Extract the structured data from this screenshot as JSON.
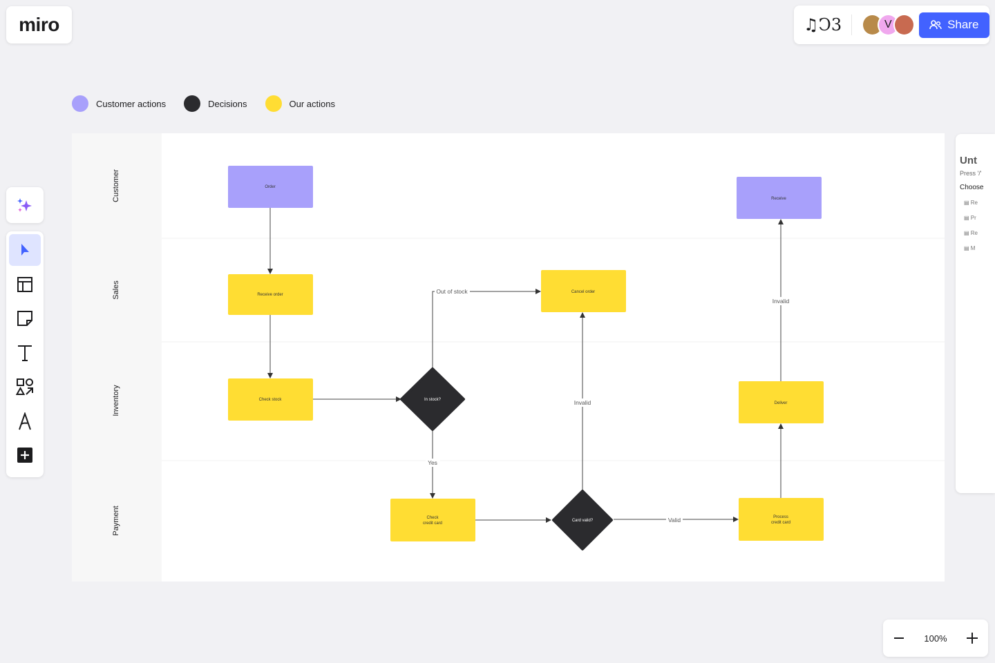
{
  "app": {
    "logo": "miro"
  },
  "header": {
    "signature": "♫Ↄ3",
    "avatars": [
      {
        "initial": "",
        "color": "#b88a4a"
      },
      {
        "initial": "V",
        "color": "#f0a8ee"
      },
      {
        "initial": "",
        "color": "#c86a50"
      }
    ],
    "share_label": "Share"
  },
  "legend": [
    {
      "label": "Customer actions",
      "color": "#a8a0fb"
    },
    {
      "label": "Decisions",
      "color": "#2b2b2e"
    },
    {
      "label": "Our actions",
      "color": "#ffdd33"
    }
  ],
  "lanes": [
    "Customer",
    "Sales",
    "Inventory",
    "Payment"
  ],
  "nodes": {
    "order": "Order",
    "receive_order": "Receive order",
    "check_stock": "Check stock",
    "in_stock": "In stock?",
    "cancel_order": "Cancel order",
    "check_card_1": "Check",
    "check_card_2": "credit card",
    "card_valid": "Card valid?",
    "process_1": "Process",
    "process_2": "credit card",
    "deliver": "Deliver",
    "receive": "Receive"
  },
  "edge_labels": {
    "out_of_stock": "Out of stock",
    "yes": "Yes",
    "invalid_1": "Invalid",
    "invalid_2": "Invalid",
    "valid": "Valid"
  },
  "side_panel": {
    "title": "Unt",
    "hint": "Press '/'",
    "choose": "Choose",
    "items": [
      "Re",
      "Pr",
      "Re",
      "M"
    ]
  },
  "zoom": {
    "level": "100%"
  },
  "tools": [
    "ai-assistant",
    "select",
    "templates",
    "sticky-note",
    "text",
    "shapes",
    "pen",
    "add"
  ]
}
